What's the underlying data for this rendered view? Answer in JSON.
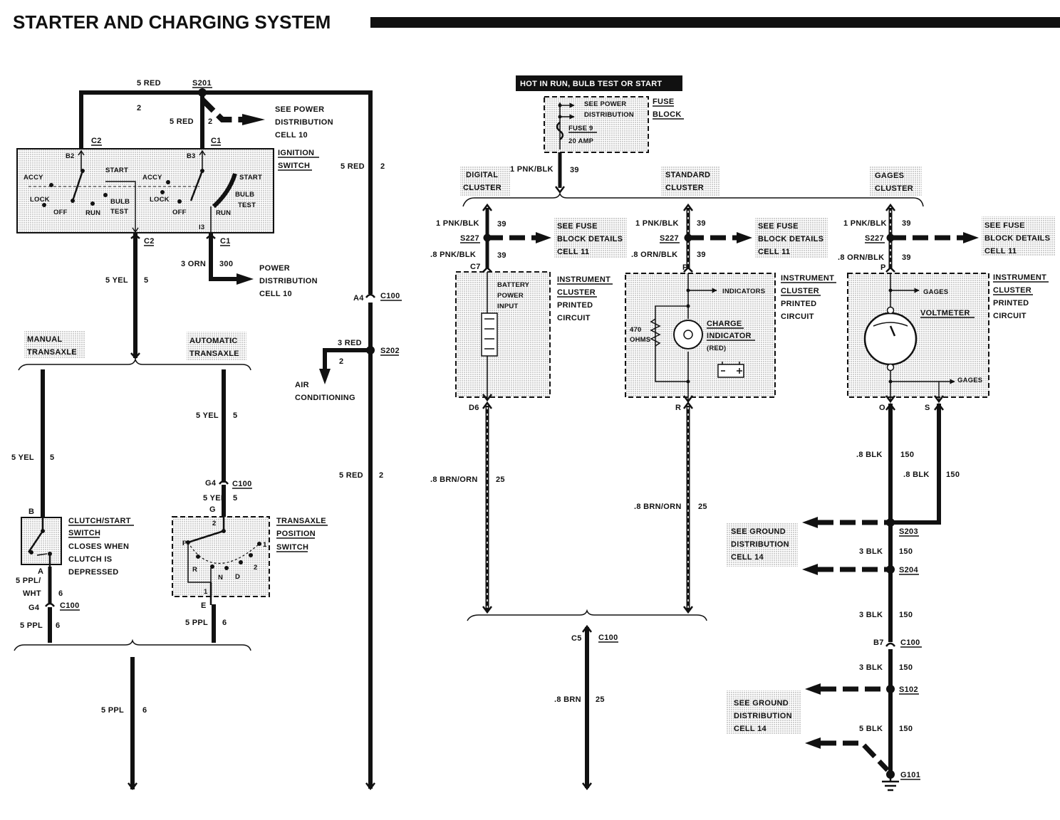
{
  "title": "STARTER AND CHARGING SYSTEM",
  "left": {
    "top_wire": "5 RED",
    "top_circuit": "2",
    "splice_s201": "S201",
    "wire_c1": "5 RED",
    "wire_c1_circuit": "2",
    "see_power_1": "SEE POWER",
    "see_power_2": "DISTRIBUTION",
    "see_power_3": "CELL 10",
    "c2_top": "C2",
    "c1_top": "C1",
    "b2": "B2",
    "b3": "B3",
    "i3": "I3",
    "ign_1": "IGNITION",
    "ign_2": "SWITCH",
    "accy": "ACCY",
    "lock": "LOCK",
    "off": "OFF",
    "run": "RUN",
    "start": "START",
    "bulb": "BULB",
    "test": "TEST",
    "c2_bot": "C2",
    "c1_bot": "C1",
    "orn_wire": "3 ORN",
    "orn_circuit": "300",
    "pd_1": "POWER",
    "pd_2": "DISTRIBUTION",
    "pd_3": "CELL 10",
    "yel_main": "5 YEL",
    "yel_main_c": "5",
    "manual_1": "MANUAL",
    "manual_2": "TRANSAXLE",
    "auto_1": "AUTOMATIC",
    "auto_2": "TRANSAXLE",
    "yel_man": "5 YEL",
    "yel_man_c": "5",
    "yel_auto1": "5 YEL",
    "yel_auto1_c": "5",
    "g4_auto": "G4",
    "c100_auto": "C100",
    "yel_auto2": "5 YEL",
    "yel_auto2_c": "5",
    "g_pin": "G",
    "b_pin": "B",
    "clutch_1": "CLUTCH/START",
    "clutch_2": "SWITCH",
    "clutch_3": "CLOSES WHEN",
    "clutch_4": "CLUTCH IS",
    "clutch_5": "DEPRESSED",
    "trans_1": "TRANSAXLE",
    "trans_2": "POSITION",
    "trans_3": "SWITCH",
    "tp_p": "P",
    "tp_r": "R",
    "tp_n": "N",
    "tp_d": "D",
    "tp_2": "2",
    "tp_1": "1",
    "tp_top2": "2",
    "tp_bot1": "1",
    "a_pin": "A",
    "ppl_wht_1": "5 PPL/",
    "ppl_wht_2": "WHT",
    "ppl_wht_c": "6",
    "g4_man": "G4",
    "c100_man": "C100",
    "ppl_man": "5 PPL",
    "ppl_man_c": "6",
    "e_pin": "E",
    "ppl_auto": "5 PPL",
    "ppl_auto_c": "6",
    "ppl_bot": "5 PPL",
    "ppl_bot_c": "6",
    "red_right": "5 RED",
    "red_right_c": "2",
    "a4": "A4",
    "c100_red": "C100",
    "red3": "3 RED",
    "red3_c": "2",
    "s202": "S202",
    "ac_1": "AIR",
    "ac_2": "CONDITIONING",
    "red_low": "5 RED",
    "red_low_c": "2"
  },
  "right": {
    "hot": "HOT IN RUN, BULB TEST OR START",
    "fb_see_1": "SEE POWER",
    "fb_see_2": "DISTRIBUTION",
    "fuse": "FUSE 9",
    "amp": "20 AMP",
    "fuse_block_1": "FUSE",
    "fuse_block_2": "BLOCK",
    "pnk_top": "1 PNK/BLK",
    "pnk_top_c": "39",
    "digital_1": "DIGITAL",
    "digital_2": "CLUSTER",
    "standard_1": "STANDARD",
    "standard_2": "CLUSTER",
    "gages_1": "GAGES",
    "gages_2": "CLUSTER",
    "d_pnk": "1 PNK/BLK",
    "d_pnk_c": "39",
    "d_s227": "S227",
    "d_see_1": "SEE FUSE",
    "d_see_2": "BLOCK DETAILS",
    "d_see_3": "CELL 11",
    "d_pnk8": ".8 PNK/BLK",
    "d_pnk8_c": "39",
    "d_c7": "C7",
    "d_batt_1": "BATTERY",
    "d_batt_2": "POWER",
    "d_batt_3": "INPUT",
    "d_ic_1": "INSTRUMENT",
    "d_ic_2": "CLUSTER",
    "d_ic_3": "PRINTED",
    "d_ic_4": "CIRCUIT",
    "d_d6": "D6",
    "d_brn": ".8 BRN/ORN",
    "d_brn_c": "25",
    "s_pnk": "1 PNK/BLK",
    "s_pnk_c": "39",
    "s_s227": "S227",
    "s_see_1": "SEE FUSE",
    "s_see_2": "BLOCK DETAILS",
    "s_see_3": "CELL 11",
    "s_orn8": ".8 ORN/BLK",
    "s_orn8_c": "39",
    "s_p": "P",
    "s_ind": "INDICATORS",
    "s_ohm_1": "470",
    "s_ohm_2": "OHMS",
    "s_ch_1": "CHARGE",
    "s_ch_2": "INDICATOR",
    "s_ch_3": "(RED)",
    "s_ic_1": "INSTRUMENT",
    "s_ic_2": "CLUSTER",
    "s_ic_3": "PRINTED",
    "s_ic_4": "CIRCUIT",
    "s_r": "R",
    "s_brn": ".8 BRN/ORN",
    "s_brn_c": "25",
    "g_pnk": "1 PNK/BLK",
    "g_pnk_c": "39",
    "g_s227": "S227",
    "g_see_1": "SEE FUSE",
    "g_see_2": "BLOCK DETAILS",
    "g_see_3": "CELL 11",
    "g_orn8": ".8 ORN/BLK",
    "g_orn8_c": "39",
    "g_p": "P",
    "g_gages_top": "GAGES",
    "g_volt": "VOLTMETER",
    "g_gages_bot": "GAGES",
    "g_ic_1": "INSTRUMENT",
    "g_ic_2": "CLUSTER",
    "g_ic_3": "PRINTED",
    "g_ic_4": "CIRCUIT",
    "g_o": "O",
    "g_s": "S",
    "blk_o": ".8 BLK",
    "blk_o_c": "150",
    "blk_s": ".8 BLK",
    "blk_s_c": "150",
    "gd1_1": "SEE GROUND",
    "gd1_2": "DISTRIBUTION",
    "gd1_3": "CELL 14",
    "s203": "S203",
    "blk3a": "3 BLK",
    "blk3a_c": "150",
    "s204": "S204",
    "blk3b": "3 BLK",
    "blk3b_c": "150",
    "b7": "B7",
    "c100_b7": "C100",
    "blk3c": "3 BLK",
    "blk3c_c": "150",
    "s102": "S102",
    "gd2_1": "SEE GROUND",
    "gd2_2": "DISTRIBUTION",
    "gd2_3": "CELL 14",
    "blk5": "5 BLK",
    "blk5_c": "150",
    "g101": "G101",
    "c5": "C5",
    "c100_c5": "C100",
    "brn_bot": ".8 BRN",
    "brn_bot_c": "25"
  }
}
